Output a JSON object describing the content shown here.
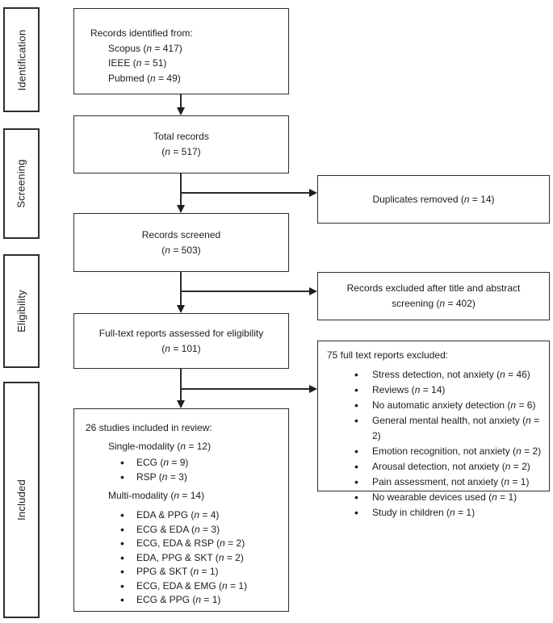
{
  "stages": [
    {
      "label": "Identification"
    },
    {
      "label": "Screening"
    },
    {
      "label": "Eligibility"
    },
    {
      "label": "Included"
    }
  ],
  "boxes": {
    "records_identified": {
      "title": "Records identified from:",
      "items": [
        "Scopus (n = 417)",
        "IEEE (n = 51)",
        "Pubmed (n = 49)"
      ]
    },
    "total_records": {
      "lines": [
        "Total records",
        "(n = 517)"
      ]
    },
    "duplicates_removed": {
      "lines": [
        "Duplicates removed (n = 14)"
      ]
    },
    "records_screened": {
      "lines": [
        "Records screened",
        "(n = 503)"
      ]
    },
    "records_excluded": {
      "lines": [
        "Records excluded after title and abstract",
        "screening (n = 402)"
      ]
    },
    "fulltext_assessed": {
      "lines": [
        "Full-text reports assessed for eligibility",
        "(n = 101)"
      ]
    },
    "fulltext_excluded": {
      "title": "75 full text reports excluded:",
      "items": [
        "Stress detection, not anxiety (n = 46)",
        "Reviews (n = 14)",
        "No automatic anxiety detection (n = 6)",
        "General mental health, not anxiety (n = 2)",
        "Emotion recognition, not anxiety (n = 2)",
        "Arousal detection, not anxiety (n = 2)",
        "Pain assessment, not anxiety (n = 1)",
        "No wearable devices used (n = 1)",
        "Study in children (n = 1)"
      ]
    },
    "included_studies": {
      "title": "26 studies included in review:",
      "groups": [
        {
          "heading": "Single-modality (n = 12)",
          "items": [
            "ECG (n = 9)",
            "RSP (n = 3)"
          ]
        },
        {
          "heading": "Multi-modality (n = 14)",
          "items": [
            "EDA & PPG (n = 4)",
            "ECG & EDA (n = 3)",
            "ECG, EDA & RSP (n = 2)",
            "EDA, PPG & SKT (n = 2)",
            "PPG & SKT (n = 1)",
            "ECG, EDA & EMG (n = 1)",
            "ECG & PPG (n = 1)"
          ]
        }
      ]
    }
  },
  "colors": {
    "border": "#2e2e2e",
    "text": "#1c1c1c",
    "background": "#ffffff",
    "arrow": "#1e1e1e"
  }
}
